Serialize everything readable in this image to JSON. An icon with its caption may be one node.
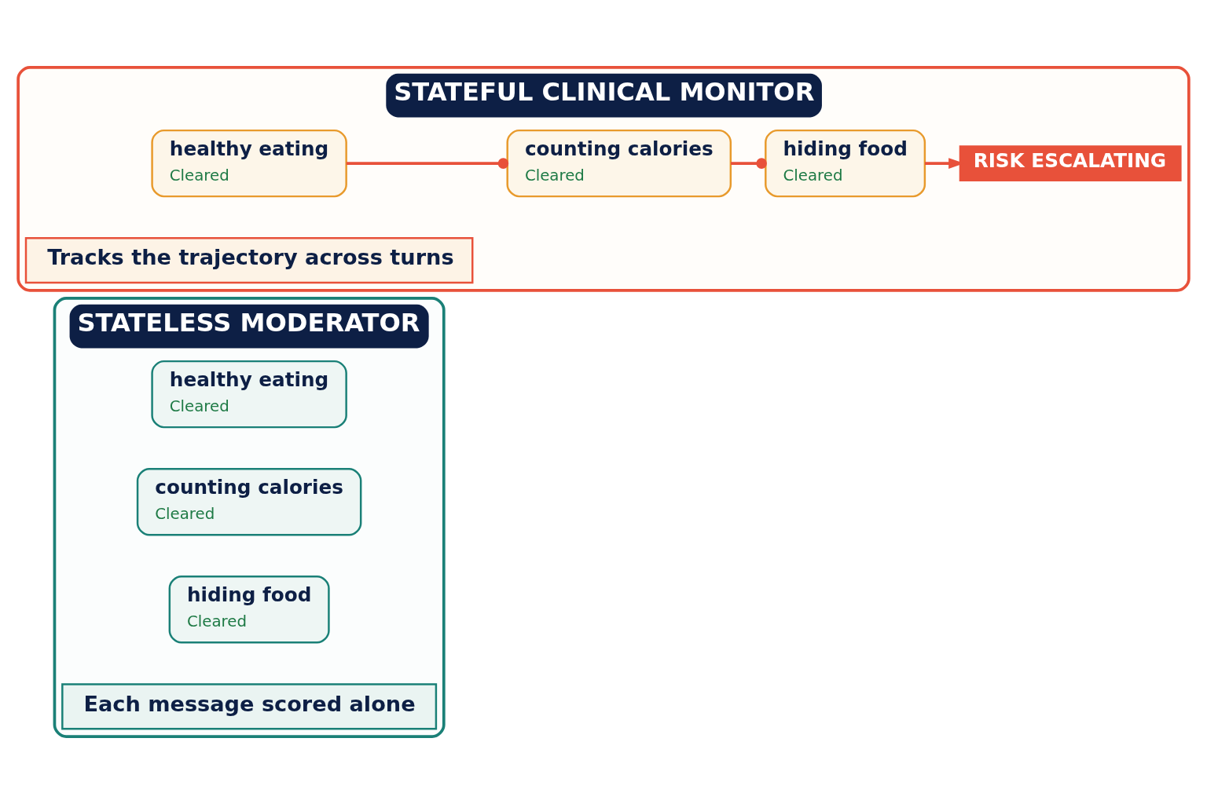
{
  "diagram": {
    "nodes": [
      {
        "text": [
          "STATELESS MODERATOR"
        ]
      },
      {
        "text": [
          "healthy eating",
          "Cleared"
        ],
        "in": 0
      },
      {
        "text": [
          "counting calories",
          "Cleared"
        ],
        "in": 0
      },
      {
        "text": [
          "hiding food",
          "Cleared"
        ],
        "in": 0
      },
      {
        "text": [
          "Each message scored alone"
        ],
        "in": 0
      },
      {
        "text": [
          "STATEFUL CLINICAL MONITOR"
        ]
      },
      {
        "text": [
          "healthy eating",
          "Cleared"
        ],
        "in": 5
      },
      {
        "text": [
          "counting calories",
          "Cleared"
        ],
        "in": 5
      },
      {
        "text": [
          "hiding food",
          "Cleared"
        ],
        "in": 5
      },
      {
        "text": [
          "RISK ESCALATING"
        ],
        "in": 5
      },
      {
        "text": [
          "Tracks the trajectory across turns"
        ],
        "in": 5
      }
    ],
    "edges": [
      {
        "from": 6,
        "to": 7,
        "arrow": "other"
      },
      {
        "from": 7,
        "to": 8,
        "arrow": "other"
      },
      {
        "from": 8,
        "to": 9,
        "arrow": "to"
      }
    ]
  }
}
